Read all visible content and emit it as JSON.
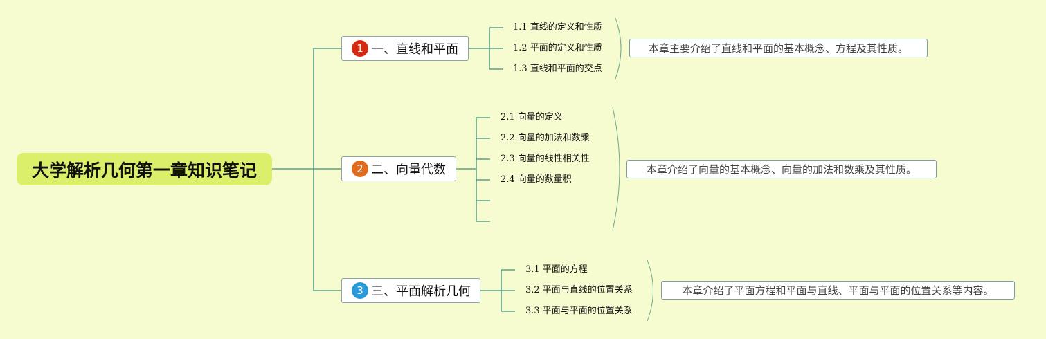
{
  "root": {
    "title": "大学解析几何第一章知识笔记"
  },
  "colors": {
    "background": "#f7fbd0",
    "root_fill": "#dcef6b",
    "connector": "#3a8f78",
    "badge_1": "#d42a12",
    "badge_2": "#e06a1e",
    "badge_3": "#2a9bd8"
  },
  "chapters": [
    {
      "badge": "1",
      "title": "一、直线和平面",
      "topics": [
        "1.1 直线的定义和性质",
        "1.2 平面的定义和性质",
        "1.3 直线和平面的交点"
      ],
      "summary": "本章主要介绍了直线和平面的基本概念、方程及其性质。"
    },
    {
      "badge": "2",
      "title": "二、向量代数",
      "topics": [
        "2.1 向量的定义",
        "2.2 向量的加法和数乘",
        "2.3 向量的线性相关性",
        "2.4 向量的数量积",
        "",
        ""
      ],
      "summary": "本章介绍了向量的基本概念、向量的加法和数乘及其性质。"
    },
    {
      "badge": "3",
      "title": "三、平面解析几何",
      "topics": [
        "3.1 平面的方程",
        "3.2 平面与直线的位置关系",
        "3.3 平面与平面的位置关系"
      ],
      "summary": "本章介绍了平面方程和平面与直线、平面与平面的位置关系等内容。"
    }
  ]
}
